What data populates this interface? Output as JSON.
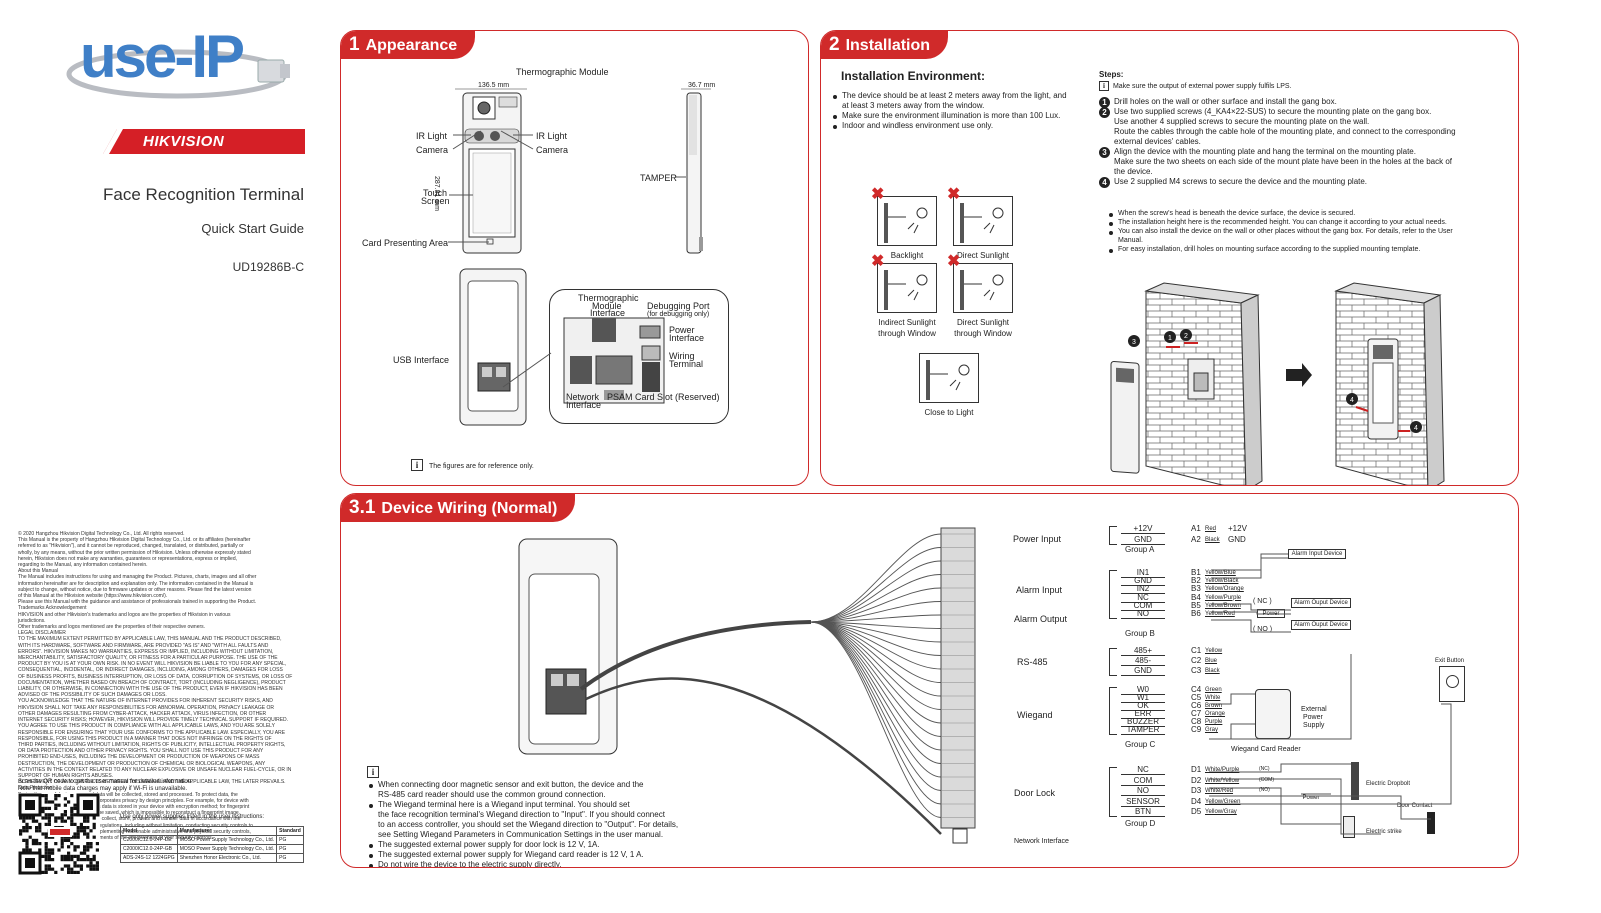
{
  "cover": {
    "logo_text": "use-IP",
    "brand": "HIKVISION",
    "title": "Face Recognition Terminal",
    "subtitle": "Quick Start Guide",
    "model": "UD19286B-C"
  },
  "legal": {
    "lines": [
      "© 2020 Hangzhou Hikvision Digital Technology Co., Ltd. All rights reserved.",
      "This Manual is the property of Hangzhou Hikvision Digital Technology Co., Ltd. or its affiliates (hereinafter",
      "referred to as \"Hikvision\"), and it cannot be reproduced, changed, translated, or distributed, partially or",
      "wholly, by any means, without the prior written permission of Hikvision. Unless otherwise expressly stated",
      "herein, Hikvision does not make any warranties, guarantees or representations, express or implied,",
      "regarding to the Manual, any information contained herein.",
      "About this Manual",
      "The Manual includes instructions for using and managing the Product. Pictures, charts, images and all other",
      "information hereinafter are for description and explanation only. The information contained in the Manual is",
      "subject to change, without notice, due to firmware updates or other reasons. Please find the latest version",
      "of this Manual at the Hikvision website (https://www.hikvision.com/).",
      "Please use this Manual with the guidance and assistance of professionals trained in supporting the Product.",
      "Trademarks Acknowledgement",
      "HIKVISION and other Hikvision's trademarks and logos are the properties of Hikvision in various",
      "jurisdictions.",
      "Other trademarks and logos mentioned are the properties of their respective owners.",
      "LEGAL DISCLAIMER",
      "TO THE MAXIMUM EXTENT PERMITTED BY APPLICABLE LAW, THIS MANUAL AND THE PRODUCT DESCRIBED,",
      "WITH ITS HARDWARE, SOFTWARE AND FIRMWARE, ARE PROVIDED \"AS IS\" AND \"WITH ALL FAULTS AND",
      "ERRORS\". HIKVISION MAKES NO WARRANTIES, EXPRESS OR IMPLIED, INCLUDING WITHOUT LIMITATION,",
      "MERCHANTABILITY, SATISFACTORY QUALITY, OR FITNESS FOR A PARTICULAR PURPOSE. THE USE OF THE",
      "PRODUCT BY YOU IS AT YOUR OWN RISK. IN NO EVENT WILL HIKVISION BE LIABLE TO YOU FOR ANY SPECIAL,",
      "CONSEQUENTIAL, INCIDENTAL, OR INDIRECT DAMAGES, INCLUDING, AMONG OTHERS, DAMAGES FOR LOSS",
      "OF BUSINESS PROFITS, BUSINESS INTERRUPTION, OR LOSS OF DATA, CORRUPTION OF SYSTEMS, OR LOSS OF",
      "DOCUMENTATION, WHETHER BASED ON BREACH OF CONTRACT, TORT (INCLUDING NEGLIGENCE), PRODUCT",
      "LIABILITY, OR OTHERWISE, IN CONNECTION WITH THE USE OF THE PRODUCT, EVEN IF HIKVISION HAS BEEN",
      "ADVISED OF THE POSSIBILITY OF SUCH DAMAGES OR LOSS.",
      "YOU ACKNOWLEDGE THAT THE NATURE OF INTERNET PROVIDES FOR INHERENT SECURITY RISKS, AND",
      "HIKVISION SHALL NOT TAKE ANY RESPONSIBILITIES FOR ABNORMAL OPERATION, PRIVACY LEAKAGE OR",
      "OTHER DAMAGES RESULTING FROM CYBER-ATTACK, HACKER ATTACK, VIRUS INFECTION, OR OTHER",
      "INTERNET SECURITY RISKS; HOWEVER, HIKVISION WILL PROVIDE TIMELY TECHNICAL SUPPORT IF REQUIRED.",
      "YOU AGREE TO USE THIS PRODUCT IN COMPLIANCE WITH ALL APPLICABLE LAWS, AND YOU ARE SOLELY",
      "RESPONSIBLE FOR ENSURING THAT YOUR USE CONFORMS TO THE APPLICABLE LAW. ESPECIALLY, YOU ARE",
      "RESPONSIBLE, FOR USING THIS PRODUCT IN A MANNER THAT DOES NOT INFRINGE ON THE RIGHTS OF",
      "THIRD PARTIES, INCLUDING WITHOUT LIMITATION, RIGHTS OF PUBLICITY, INTELLECTUAL PROPERTY RIGHTS,",
      "OR DATA PROTECTION AND OTHER PRIVACY RIGHTS. YOU SHALL NOT USE THIS PRODUCT FOR ANY",
      "PROHIBITED END-USES, INCLUDING THE DEVELOPMENT OR PRODUCTION OF WEAPONS OF MASS",
      "DESTRUCTION, THE DEVELOPMENT OR PRODUCTION OF CHEMICAL OR BIOLOGICAL WEAPONS, ANY",
      "ACTIVITIES IN THE CONTEXT RELATED TO ANY NUCLEAR EXPLOSIVE OR UNSAFE NUCLEAR FUEL-CYCLE, OR IN",
      "SUPPORT OF HUMAN RIGHTS ABUSES.",
      "IN THE EVENT OF ANY CONFLICTS BETWEEN THIS MANUAL AND THE APPLICABLE LAW, THE LATER PREVAILS.",
      "Data Protection",
      "During the use of device, personal data will be collected, stored and processed. To protect data, the",
      "development of Hikvision devices incorporates privacy by design principles. For example, for device with",
      "facial recognition features, biometrics data is stored in your device with encryption method; for fingerprint",
      "device, only fingerprint template will be saved, which is impossible to reconstruct a fingerprint image.",
      "As data controller, you are advised to collect, store, process and transfer data in accordance with the",
      "applicable data protection laws and regulations, including without limitation, conducting security controls to",
      "safeguard personal data, such as, implementing reasonable administrative and physical security controls,",
      "conduct periodic reviews and assessments of the effectiveness of your security controls."
    ],
    "qr_note_1": "Scan the QR code to get the user manual for detailed information.",
    "qr_note_2": "Note that mobile data charges may apply if Wi-Fi is unavailable.",
    "ps_intro": "Use only power supplies listed in the user instructions:",
    "ps_headers": [
      "Model",
      "Manufacturer",
      "Standard"
    ],
    "ps_rows": [
      [
        "C2000IC12.0-24P-DE",
        "MOSO Power Supply Technology Co., Ltd.",
        "PG"
      ],
      [
        "C2000IC12.0-24P-GB",
        "MOSO Power Supply Technology Co., Ltd.",
        "PG"
      ],
      [
        "ADS-24S-12 1224GPG",
        "Shenzhen Honor Electronic Co., Ltd.",
        "PG"
      ]
    ]
  },
  "appearance": {
    "tab_num": "1",
    "tab_label": "Appearance",
    "thermo_module": "Thermographic Module",
    "dim_width": "136.5 mm",
    "dim_height": "287.81 mm",
    "dim_depth": "36.7 mm",
    "ir_light_l": "IR Light",
    "ir_light_r": "IR Light",
    "camera_l": "Camera",
    "camera_r": "Camera",
    "touch": "Touch",
    "screen": "Screen",
    "card_area": "Card Presenting Area",
    "tamper": "TAMPER",
    "usb": "USB Interface",
    "zoom_thermo_1": "Thermographic",
    "zoom_thermo_2": "Module",
    "zoom_thermo_3": "Interface",
    "debug": "Debugging Port",
    "debug_note": "(for debugging only)",
    "power_1": "Power",
    "power_2": "Interface",
    "wiring_1": "Wiring",
    "wiring_2": "Terminal",
    "network_1": "Network",
    "network_2": "Interface",
    "psam": "PSAM Card Slot (Reserved)",
    "note_icon": "i",
    "note": "The figures are for reference only."
  },
  "installation": {
    "tab_num": "2",
    "tab_label": "Installation",
    "env_title": "Installation Environment:",
    "env_bullets": [
      "The device should be at least 2 meters away from the light, and",
      "at least 3 meters away from the window.",
      "Make sure the environment illumination is more than 100 Lux.",
      "Indoor and windless environment use only."
    ],
    "icons": [
      {
        "name": "Backlight"
      },
      {
        "name": "Direct Sunlight"
      },
      {
        "name": "Indirect Sunlight through Window"
      },
      {
        "name": "Direct Sunlight through Window"
      },
      {
        "name": "Close to Light"
      }
    ],
    "steps_title": "Steps:",
    "steps_note": "Make sure the output of external power supply fulfils LPS.",
    "steps": [
      {
        "n": "1",
        "text": "Drill holes on the wall or other surface and install the gang box."
      },
      {
        "n": "2",
        "text": "Use two supplied screws (4_KA4×22-SUS) to secure the mounting plate on the gang box."
      },
      {
        "n": "",
        "text": "Use another 4 supplied screws to secure the mounting plate on the wall."
      },
      {
        "n": "",
        "text": "Route the cables through the cable hole of the mounting plate, and connect to the corresponding"
      },
      {
        "n": "",
        "text": "external devices' cables."
      },
      {
        "n": "3",
        "text": "Align the device with the mounting plate and hang the terminal on the mounting plate."
      },
      {
        "n": "",
        "text": "Make sure the two sheets on each side of the mount plate have been in the holes at the back of"
      },
      {
        "n": "",
        "text": "the device."
      },
      {
        "n": "4",
        "text": "Use 2 supplied M4 screws to secure the device and the mounting plate."
      }
    ],
    "notes": [
      "When the screw's head is beneath the device surface, the device is secured.",
      "The installation height here is the recommended height. You can change it according to your actual needs.",
      "You can also install the device on the wall or other places without the gang box. For details, refer to the User",
      "Manual.",
      "For easy installation, drill holes on mounting surface according to the supplied mounting template."
    ]
  },
  "wiring": {
    "tab_num": "3.1",
    "tab_label": "Device Wiring (Normal)",
    "power_input": "Power Input",
    "alarm_input": "Alarm Input",
    "alarm_output": "Alarm Output",
    "rs485": "RS-485",
    "wiegand": "Wiegand",
    "door_lock": "Door Lock",
    "network": "Network Interface",
    "groupA": {
      "label": "Group A",
      "pins": [
        [
          "+12V",
          "A1",
          "Red",
          "+12V"
        ],
        [
          "GND",
          "A2",
          "Black",
          "GND"
        ]
      ]
    },
    "groupB": {
      "label": "Group B",
      "pins": [
        [
          "IN1",
          "B1",
          "Yellow/Blue"
        ],
        [
          "GND",
          "B2",
          "Yellow/Black"
        ],
        [
          "IN2",
          "B3",
          "Yellow/Orange"
        ],
        [
          "NC",
          "B4",
          "Yellow/Purple"
        ],
        [
          "COM",
          "B5",
          "Yellow/Brown"
        ],
        [
          "NO",
          "B6",
          "Yellow/Red"
        ]
      ]
    },
    "groupC1": {
      "pins": [
        [
          "485+",
          "C1",
          "Yellow"
        ],
        [
          "485-",
          "C2",
          "Blue"
        ],
        [
          "GND",
          "C3",
          "Black"
        ]
      ]
    },
    "groupC2": {
      "label": "Group C",
      "pins": [
        [
          "W0",
          "C4",
          "Green"
        ],
        [
          "W1",
          "C5",
          "White"
        ],
        [
          "OK",
          "C6",
          "Brown"
        ],
        [
          "ERR",
          "C7",
          "Orange"
        ],
        [
          "BUZZER",
          "C8",
          "Purple"
        ],
        [
          "TAMPER",
          "C9",
          "Gray"
        ]
      ]
    },
    "groupD": {
      "label": "Group D",
      "pins": [
        [
          "NC",
          "D1",
          "White/Purple",
          "(NC)"
        ],
        [
          "COM",
          "D2",
          "White/Yellow",
          "(COM)"
        ],
        [
          "NO",
          "D3",
          "White/Red",
          "(NO)"
        ],
        [
          "SENSOR",
          "D4",
          "Yellow/Green",
          ""
        ],
        [
          "BTN",
          "D5",
          "Yellow/Gray",
          ""
        ]
      ]
    },
    "alarm_input_device": "Alarm Input Device",
    "alarm_output_device_1": "Alarm Ouput Device",
    "alarm_output_device_2": "Alarm Ouput Device",
    "power": "Power",
    "nc": "( NC )",
    "no": "( NO )",
    "ext_power_1": "External",
    "ext_power_2": "Power",
    "ext_power_3": "Supply",
    "wiegand_reader": "Wiegand Card Reader",
    "exit_button": "Exit Button",
    "electric_dropbolt": "Electric Dropbolt",
    "door_contact": "Door Contact",
    "electric_strike": "Electric strike",
    "lock_power": "Power",
    "notes": [
      "When connecting door magnetic sensor and exit button, the device and the",
      "RS-485 card reader should use the common ground connection.",
      "The Wiegand terminal here is a Wiegand input terminal. You should set",
      "the face recognition terminal's Wiegand direction to \"Input\". If you should connect",
      "to an access controller, you should set the Wiegand direction to \"Output\". For details,",
      "see Setting Wiegand Parameters in Communication Settings in the user manual.",
      "The suggested external power supply for door lock is 12 V, 1A.",
      "The suggested external power supply for Wiegand card reader is 12 V, 1 A.",
      "Do not wire the device to the electric supply directly."
    ]
  }
}
